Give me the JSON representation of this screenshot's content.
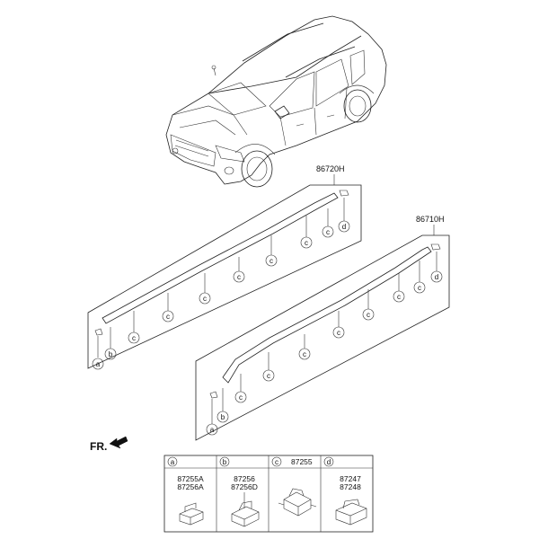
{
  "diagram": {
    "part_upper": "86720H",
    "part_lower": "86710H",
    "front_label": "FR.",
    "callouts": {
      "a": "a",
      "b": "b",
      "c": "c",
      "d": "d"
    },
    "legend": [
      {
        "key": "a",
        "codes": [
          "87255A",
          "87256A"
        ]
      },
      {
        "key": "b",
        "codes": [
          "87256",
          "87256D"
        ]
      },
      {
        "key": "c",
        "codes": [
          "87255"
        ]
      },
      {
        "key": "d",
        "codes": [
          "87247",
          "87248"
        ]
      }
    ]
  }
}
